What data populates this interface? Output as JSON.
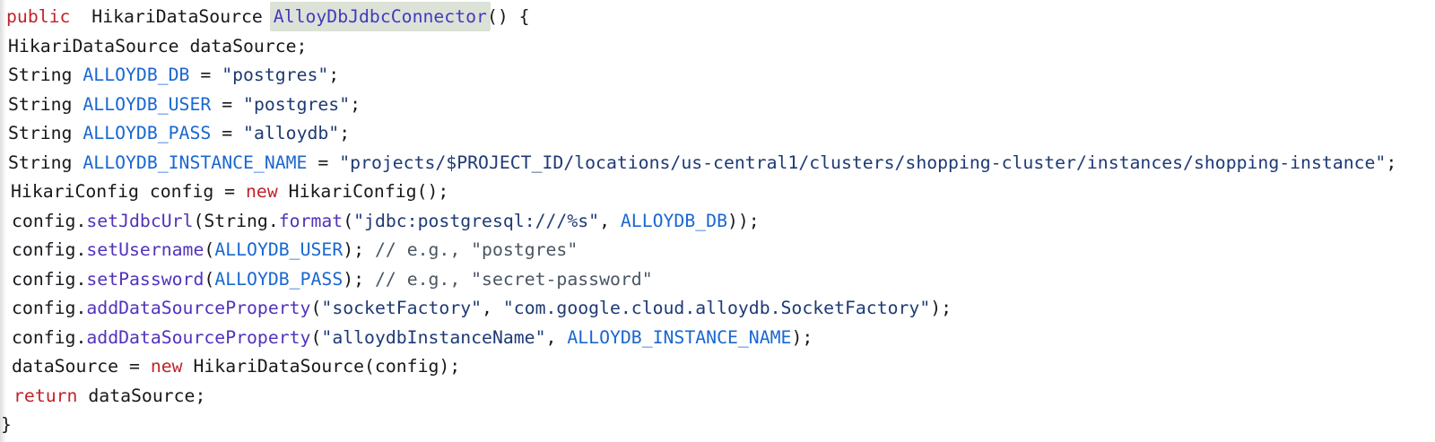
{
  "palette": {
    "plain": "#17181c",
    "keyword": "#c1232b",
    "variable": "#1967d2",
    "string": "#1e3a74",
    "method": "#5232bd",
    "declared": "#4339c0",
    "comment": "#4a5662",
    "highlight_bg": "#dce2d7",
    "background": "#ffffff"
  },
  "code": {
    "highlighted_symbol": "AlloyDbJdbcConnector",
    "lines": [
      {
        "indent": 7,
        "tokens": [
          {
            "t": "public",
            "c": "keyword"
          },
          {
            "t": "  HikariDataSource ",
            "c": "plain"
          },
          {
            "t": "AlloyDbJdbcConnector",
            "c": "declared",
            "hl": true,
            "name": "highlighted-method-name"
          },
          {
            "t": "() {",
            "c": "plain"
          }
        ]
      },
      {
        "indent": 9,
        "tokens": [
          {
            "t": "HikariDataSource dataSource;",
            "c": "plain"
          }
        ]
      },
      {
        "indent": 9,
        "tokens": [
          {
            "t": "String ",
            "c": "plain"
          },
          {
            "t": "ALLOYDB_DB",
            "c": "variable"
          },
          {
            "t": " = ",
            "c": "plain"
          },
          {
            "t": "\"postgres\"",
            "c": "string"
          },
          {
            "t": ";",
            "c": "plain"
          }
        ]
      },
      {
        "indent": 9,
        "tokens": [
          {
            "t": "String ",
            "c": "plain"
          },
          {
            "t": "ALLOYDB_USER",
            "c": "variable"
          },
          {
            "t": " = ",
            "c": "plain"
          },
          {
            "t": "\"postgres\"",
            "c": "string"
          },
          {
            "t": ";",
            "c": "plain"
          }
        ]
      },
      {
        "indent": 9,
        "tokens": [
          {
            "t": "String ",
            "c": "plain"
          },
          {
            "t": "ALLOYDB_PASS",
            "c": "variable"
          },
          {
            "t": " = ",
            "c": "plain"
          },
          {
            "t": "\"alloydb\"",
            "c": "string"
          },
          {
            "t": ";",
            "c": "plain"
          }
        ]
      },
      {
        "indent": 9,
        "tokens": [
          {
            "t": "String ",
            "c": "plain"
          },
          {
            "t": "ALLOYDB_INSTANCE_NAME",
            "c": "variable"
          },
          {
            "t": " = ",
            "c": "plain"
          },
          {
            "t": "\"projects/$PROJECT_ID/locations/us-central1/clusters/shopping-cluster/instances/shopping-instance\"",
            "c": "string"
          },
          {
            "t": ";",
            "c": "plain"
          }
        ]
      },
      {
        "indent": 12,
        "tokens": [
          {
            "t": "HikariConfig config = ",
            "c": "plain"
          },
          {
            "t": "new",
            "c": "keyword"
          },
          {
            "t": " HikariConfig();",
            "c": "plain"
          }
        ]
      },
      {
        "indent": 13,
        "tokens": [
          {
            "t": "config.",
            "c": "plain"
          },
          {
            "t": "setJdbcUrl",
            "c": "method"
          },
          {
            "t": "(String.",
            "c": "plain"
          },
          {
            "t": "format",
            "c": "method"
          },
          {
            "t": "(",
            "c": "plain"
          },
          {
            "t": "\"jdbc:postgresql:///%s\"",
            "c": "string"
          },
          {
            "t": ", ",
            "c": "plain"
          },
          {
            "t": "ALLOYDB_DB",
            "c": "variable"
          },
          {
            "t": "));",
            "c": "plain"
          }
        ]
      },
      {
        "indent": 13,
        "tokens": [
          {
            "t": "config.",
            "c": "plain"
          },
          {
            "t": "setUsername",
            "c": "method"
          },
          {
            "t": "(",
            "c": "plain"
          },
          {
            "t": "ALLOYDB_USER",
            "c": "variable"
          },
          {
            "t": "); ",
            "c": "plain"
          },
          {
            "t": "// e.g., \"postgres\"",
            "c": "comment"
          }
        ]
      },
      {
        "indent": 13,
        "tokens": [
          {
            "t": "config.",
            "c": "plain"
          },
          {
            "t": "setPassword",
            "c": "method"
          },
          {
            "t": "(",
            "c": "plain"
          },
          {
            "t": "ALLOYDB_PASS",
            "c": "variable"
          },
          {
            "t": "); ",
            "c": "plain"
          },
          {
            "t": "// e.g., \"secret-password\"",
            "c": "comment"
          }
        ]
      },
      {
        "indent": 13,
        "tokens": [
          {
            "t": "config.",
            "c": "plain"
          },
          {
            "t": "addDataSourceProperty",
            "c": "method"
          },
          {
            "t": "(",
            "c": "plain"
          },
          {
            "t": "\"socketFactory\"",
            "c": "string"
          },
          {
            "t": ", ",
            "c": "plain"
          },
          {
            "t": "\"com.google.cloud.alloydb.SocketFactory\"",
            "c": "string"
          },
          {
            "t": ");",
            "c": "plain"
          }
        ]
      },
      {
        "indent": 13,
        "tokens": [
          {
            "t": "config.",
            "c": "plain"
          },
          {
            "t": "addDataSourceProperty",
            "c": "method"
          },
          {
            "t": "(",
            "c": "plain"
          },
          {
            "t": "\"alloydbInstanceName\"",
            "c": "string"
          },
          {
            "t": ", ",
            "c": "plain"
          },
          {
            "t": "ALLOYDB_INSTANCE_NAME",
            "c": "variable"
          },
          {
            "t": ");",
            "c": "plain"
          }
        ]
      },
      {
        "indent": 13,
        "tokens": [
          {
            "t": "dataSource = ",
            "c": "plain"
          },
          {
            "t": "new",
            "c": "keyword"
          },
          {
            "t": " HikariDataSource(config);",
            "c": "plain"
          }
        ]
      },
      {
        "indent": 15,
        "tokens": [
          {
            "t": "return",
            "c": "keyword"
          },
          {
            "t": " dataSource;",
            "c": "plain"
          }
        ]
      },
      {
        "indent": 1,
        "tokens": [
          {
            "t": "}",
            "c": "plain"
          }
        ]
      }
    ]
  }
}
